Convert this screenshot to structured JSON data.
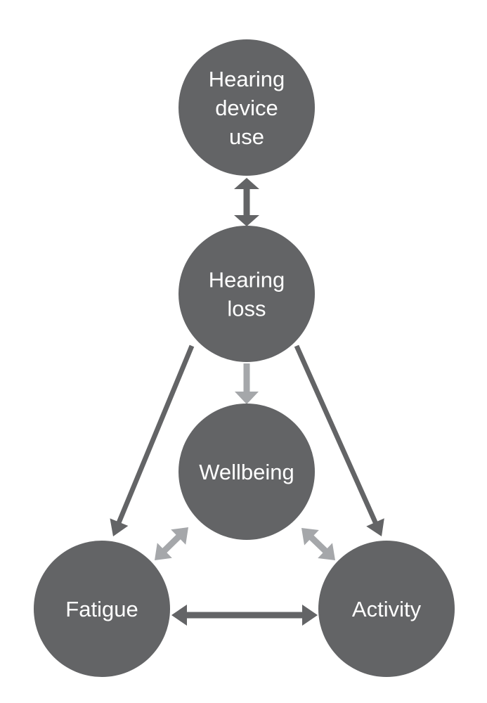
{
  "colors": {
    "node_fill": "#636466",
    "strong_arrow": "#636466",
    "light_arrow": "#a5a7aa",
    "node_text": "#ffffff",
    "background": "#ffffff"
  },
  "nodes": [
    {
      "id": "hearing-device-use",
      "label_lines": [
        "Hearing",
        "device",
        "use"
      ]
    },
    {
      "id": "hearing-loss",
      "label_lines": [
        "Hearing",
        "loss"
      ]
    },
    {
      "id": "wellbeing",
      "label_lines": [
        "Wellbeing"
      ]
    },
    {
      "id": "fatigue",
      "label_lines": [
        "Fatigue"
      ]
    },
    {
      "id": "activity",
      "label_lines": [
        "Activity"
      ]
    }
  ],
  "edges": [
    {
      "from": "hearing-device-use",
      "to": "hearing-loss",
      "direction": "bidirectional",
      "style": "strong"
    },
    {
      "from": "hearing-loss",
      "to": "wellbeing",
      "direction": "forward",
      "style": "light"
    },
    {
      "from": "hearing-loss",
      "to": "fatigue",
      "direction": "forward",
      "style": "strong"
    },
    {
      "from": "hearing-loss",
      "to": "activity",
      "direction": "forward",
      "style": "strong"
    },
    {
      "from": "fatigue",
      "to": "wellbeing",
      "direction": "bidirectional",
      "style": "light"
    },
    {
      "from": "wellbeing",
      "to": "activity",
      "direction": "bidirectional",
      "style": "light"
    },
    {
      "from": "fatigue",
      "to": "activity",
      "direction": "bidirectional",
      "style": "strong"
    }
  ]
}
